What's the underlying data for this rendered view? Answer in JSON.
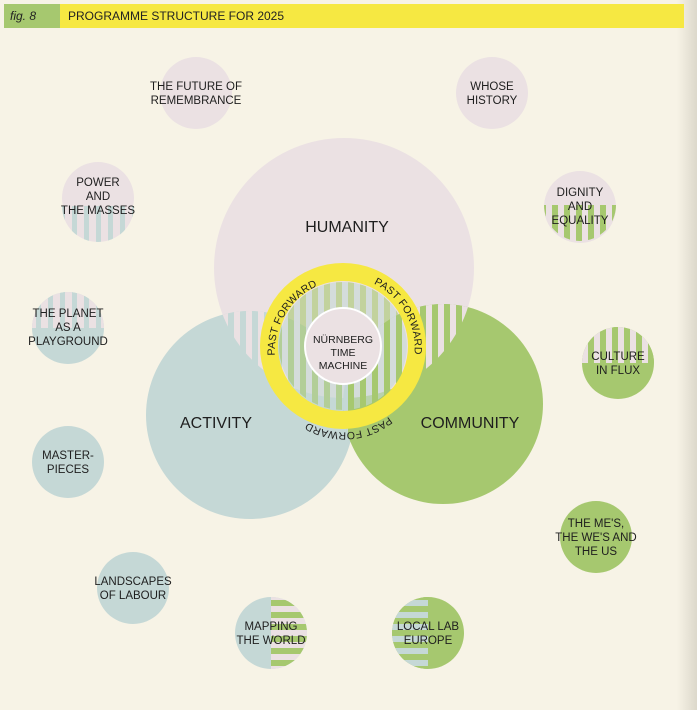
{
  "header": {
    "fig_label": "fig. 8",
    "title": "PROGRAMME STRUCTURE FOR 2025"
  },
  "colors": {
    "humanity": "#ebe1e3",
    "activity": "#c5d8d6",
    "community": "#a6c86f",
    "ring": "#f6e842",
    "header_fig": "#a6c86f",
    "header_title": "#f6e842"
  },
  "main_circles": {
    "humanity": "HUMANITY",
    "activity": "ACTIVITY",
    "community": "COMMUNITY"
  },
  "center": {
    "lines": [
      "NÜRNBERG",
      "TIME",
      "MACHINE"
    ],
    "ring_label": "PAST FORWARD"
  },
  "themes": [
    {
      "id": "future-of-remembrance",
      "lines": [
        "THE FUTURE OF",
        "REMEMBRANCE"
      ]
    },
    {
      "id": "whose-history",
      "lines": [
        "WHOSE",
        "HISTORY"
      ]
    },
    {
      "id": "power-and-the-masses",
      "lines": [
        "POWER",
        "AND",
        "THE MASSES"
      ]
    },
    {
      "id": "dignity-and-equality",
      "lines": [
        "DIGNITY",
        "AND",
        "EQUALITY"
      ]
    },
    {
      "id": "planet-as-playground",
      "lines": [
        "THE PLANET",
        "AS A",
        "PLAYGROUND"
      ]
    },
    {
      "id": "culture-in-flux",
      "lines": [
        "CULTURE",
        "IN FLUX"
      ]
    },
    {
      "id": "masterpieces",
      "lines": [
        "MASTER-",
        "PIECES"
      ]
    },
    {
      "id": "mes-wes-us",
      "lines": [
        "THE ME'S,",
        "THE WE'S AND",
        "THE US"
      ]
    },
    {
      "id": "landscapes-of-labour",
      "lines": [
        "LANDSCAPES",
        "OF LABOUR"
      ]
    },
    {
      "id": "mapping-the-world",
      "lines": [
        "MAPPING",
        "THE WORLD"
      ]
    },
    {
      "id": "local-lab-europe",
      "lines": [
        "LOCAL LAB",
        "EUROPE"
      ]
    }
  ]
}
